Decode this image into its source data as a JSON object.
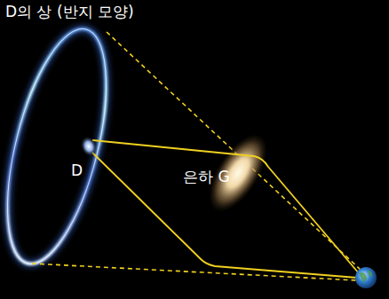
{
  "diagram": {
    "labels": [
      "D의 상 (반지 모양)",
      "D",
      "은하 G"
    ]
  }
}
